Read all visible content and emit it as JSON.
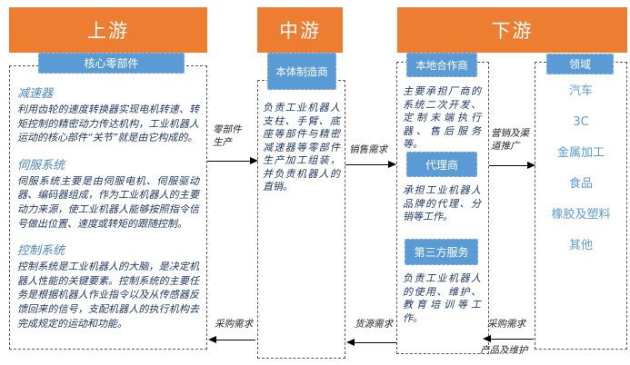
{
  "diagram": {
    "upstream": {
      "header": "上游",
      "tab": "核心零部件",
      "sections": [
        {
          "title": "减速器",
          "body": "利用齿轮的速度转换器实现电机转速、转矩控制的精密动力传达机构，工业机器人运动的核心部件“关节”就是由它构成的。"
        },
        {
          "title": "伺服系统",
          "body": "伺服系统主要是由伺服电机、伺服驱动器、编码器组成，作为工业机器人的主要动力来源，使工业机器人能够按照指令信号做出位置、速度或转矩的跟随控制。"
        },
        {
          "title": "控制系统",
          "body": "控制系统是工业机器人的大脑，是决定机器人性能的关键要素。控制系统的主要任务是根据机器人作业指令以及从传感器反馈回来的信号，支配机器人的执行机构去完成规定的运动和功能。"
        }
      ]
    },
    "midstream": {
      "header": "中游",
      "tab": "本体制造商",
      "body": "负责工业机器人支柱、手臂、底座等部件与精密减速器等零部件生产加工组装，并负责机器人的直销。"
    },
    "downstream": {
      "header": "下游",
      "partner": {
        "tab": "本地合作商",
        "body": "主要承担厂商的系统二次开发、定制末端执行器、售后服务等。"
      },
      "agent": {
        "tab": "代理商",
        "body": "承担工业机器人品牌的代理、分销等工作。"
      },
      "third_party": {
        "tab": "第三方服务",
        "body": "负责工业机器人的使用、维护、教育培训等工作。"
      },
      "fields": {
        "tab": "领域",
        "items": [
          "汽车",
          "3C",
          "金属加工",
          "食品",
          "橡胶及塑料",
          "其他"
        ]
      }
    },
    "arrows": {
      "parts_production": "零部件生产",
      "purchase_demand_upstream": "采购需求",
      "sales_demand": "销售需求",
      "supply_demand": "货源需求",
      "marketing_channel": "营销及渠道推广",
      "purchase_demand_downstream": "采购需求",
      "product_and_maintenance": "产品及维护"
    },
    "colors": {
      "header_orange": "#ED7D31",
      "tab_blue": "#5B9BD5",
      "section_title_blue": "#4A86C5",
      "body_navy": "#1F3864",
      "field_text_blue": "#5B9BD5"
    }
  }
}
